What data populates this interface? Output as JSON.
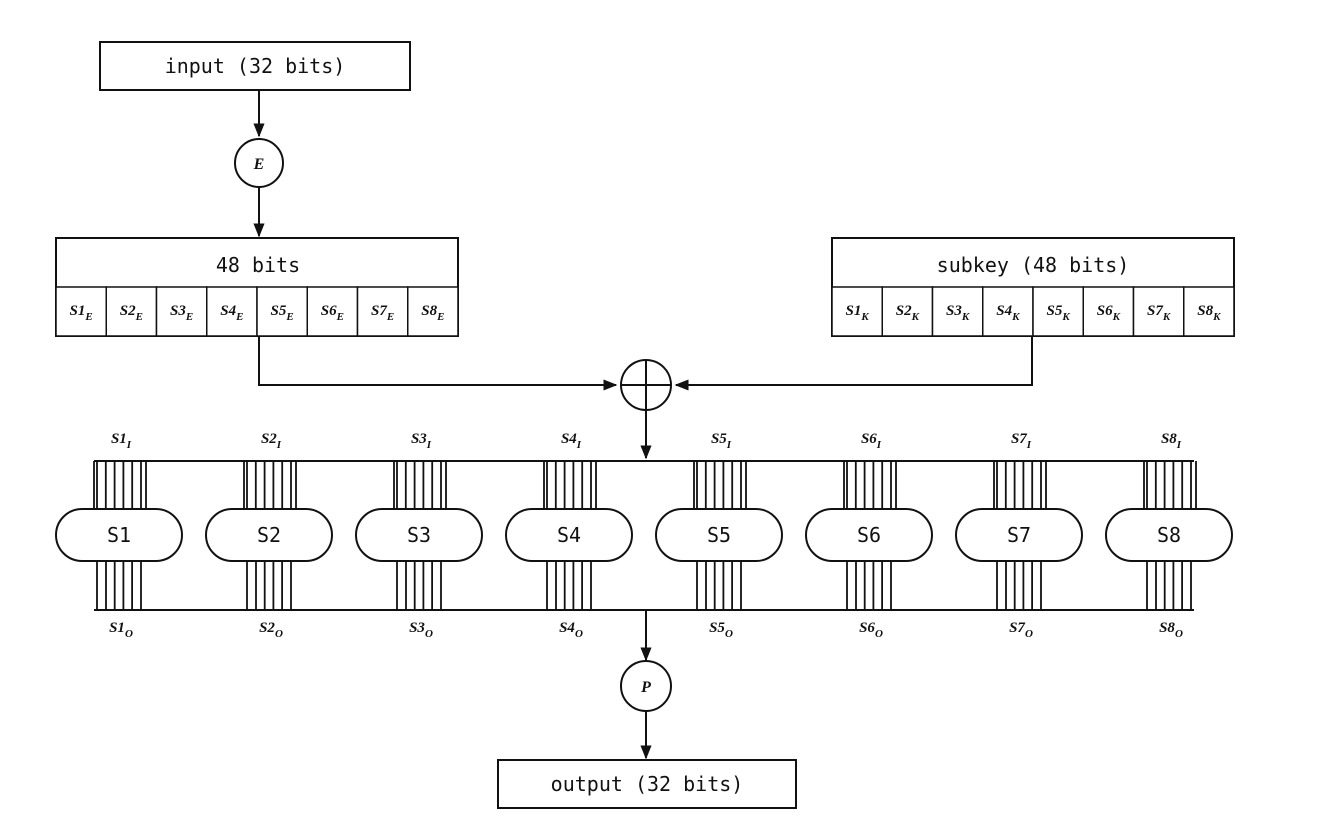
{
  "input_box": {
    "label": "input (32 bits)"
  },
  "expansion": {
    "label": "E"
  },
  "expanded_block": {
    "label": "48 bits",
    "segments": [
      {
        "name": "S1",
        "sub": "E"
      },
      {
        "name": "S2",
        "sub": "E"
      },
      {
        "name": "S3",
        "sub": "E"
      },
      {
        "name": "S4",
        "sub": "E"
      },
      {
        "name": "S5",
        "sub": "E"
      },
      {
        "name": "S6",
        "sub": "E"
      },
      {
        "name": "S7",
        "sub": "E"
      },
      {
        "name": "S8",
        "sub": "E"
      }
    ]
  },
  "subkey_block": {
    "label": "subkey  (48 bits)",
    "segments": [
      {
        "name": "S1",
        "sub": "K"
      },
      {
        "name": "S2",
        "sub": "K"
      },
      {
        "name": "S3",
        "sub": "K"
      },
      {
        "name": "S4",
        "sub": "K"
      },
      {
        "name": "S5",
        "sub": "K"
      },
      {
        "name": "S6",
        "sub": "K"
      },
      {
        "name": "S7",
        "sub": "K"
      },
      {
        "name": "S8",
        "sub": "K"
      }
    ]
  },
  "sboxes": [
    {
      "label": "S1",
      "in_name": "S1",
      "in_sub": "I",
      "out_name": "S1",
      "out_sub": "O"
    },
    {
      "label": "S2",
      "in_name": "S2",
      "in_sub": "I",
      "out_name": "S2",
      "out_sub": "O"
    },
    {
      "label": "S3",
      "in_name": "S3",
      "in_sub": "I",
      "out_name": "S3",
      "out_sub": "O"
    },
    {
      "label": "S4",
      "in_name": "S4",
      "in_sub": "I",
      "out_name": "S4",
      "out_sub": "O"
    },
    {
      "label": "S5",
      "in_name": "S5",
      "in_sub": "I",
      "out_name": "S5",
      "out_sub": "O"
    },
    {
      "label": "S6",
      "in_name": "S6",
      "in_sub": "I",
      "out_name": "S6",
      "out_sub": "O"
    },
    {
      "label": "S7",
      "in_name": "S7",
      "in_sub": "I",
      "out_name": "S7",
      "out_sub": "O"
    },
    {
      "label": "S8",
      "in_name": "S8",
      "in_sub": "I",
      "out_name": "S8",
      "out_sub": "O"
    }
  ],
  "permutation": {
    "label": "P"
  },
  "output_box": {
    "label": "output (32 bits)"
  },
  "colors": {
    "stroke": "#111111",
    "background": "#ffffff"
  }
}
